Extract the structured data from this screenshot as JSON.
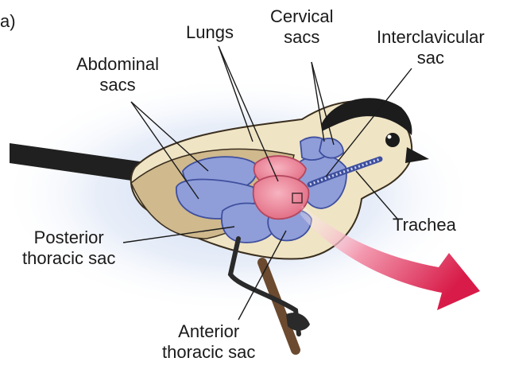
{
  "labels": {
    "panel": "a)",
    "lungs": "Lungs",
    "cervical": [
      "Cervical",
      "sacs"
    ],
    "interclavicular": [
      "Interclavicular",
      "sac"
    ],
    "abdominal": [
      "Abdominal",
      "sacs"
    ],
    "trachea": "Trachea",
    "posterior": [
      "Posterior",
      "thoracic sac"
    ],
    "anterior": [
      "Anterior",
      "thoracic sac"
    ]
  },
  "colors": {
    "air_sac": "#8f9ed9",
    "air_sac_outline": "#3f4f9e",
    "lung": "#ef8a9c",
    "lung_outline": "#b4475e",
    "arrow": "#e02550",
    "body": "#efe4c4",
    "wing": "#cfb98d",
    "tail": "#202020",
    "leg": "#2a2a2a",
    "branch": "#6b4a2f",
    "halo": "#d5dff2"
  },
  "icons": {
    "arrow": "air-flow-arrow-icon",
    "bird": "bird-illustration-icon"
  }
}
